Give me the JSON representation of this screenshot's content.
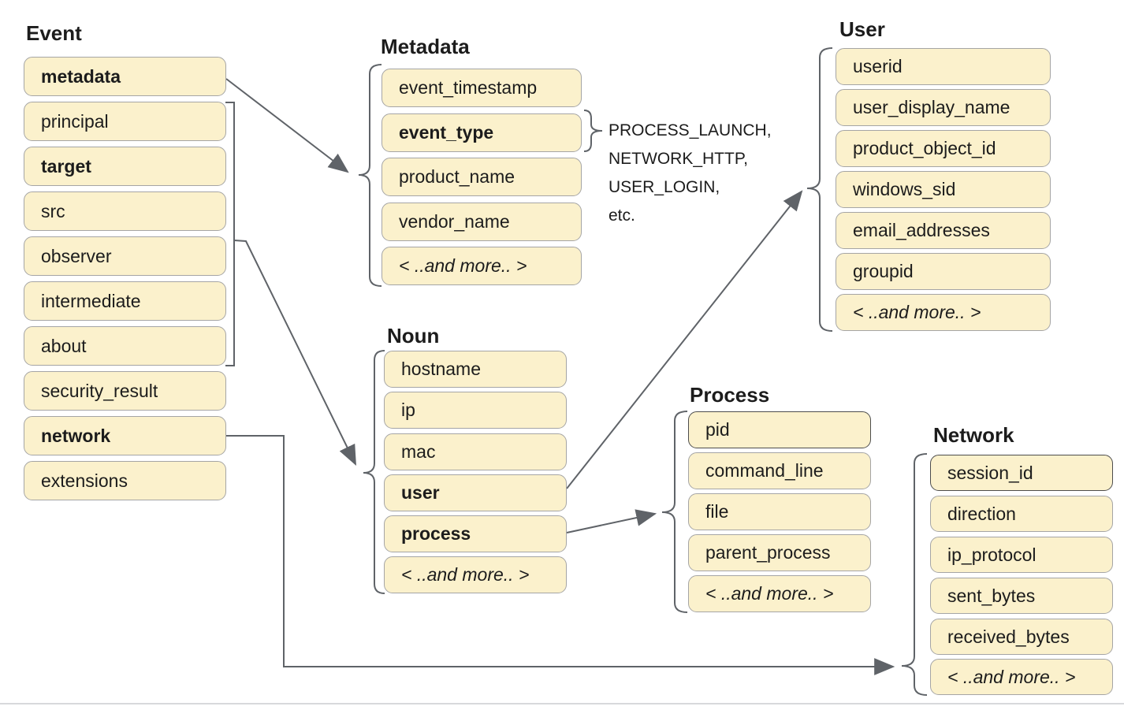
{
  "diagram": {
    "groups": [
      {
        "id": "event",
        "title": "Event",
        "items": [
          {
            "label": "metadata",
            "bold": true
          },
          {
            "label": "principal"
          },
          {
            "label": "target",
            "bold": true
          },
          {
            "label": "src"
          },
          {
            "label": "observer"
          },
          {
            "label": "intermediate"
          },
          {
            "label": "about"
          },
          {
            "label": "security_result"
          },
          {
            "label": "network",
            "bold": true
          },
          {
            "label": "extensions"
          }
        ]
      },
      {
        "id": "metadata",
        "title": "Metadata",
        "items": [
          {
            "label": "event_timestamp"
          },
          {
            "label": "event_type",
            "bold": true
          },
          {
            "label": "product_name"
          },
          {
            "label": "vendor_name"
          },
          {
            "label": "< ..and more.. >",
            "italic": true
          }
        ]
      },
      {
        "id": "noun",
        "title": "Noun",
        "items": [
          {
            "label": "hostname"
          },
          {
            "label": "ip"
          },
          {
            "label": "mac"
          },
          {
            "label": "user",
            "bold": true
          },
          {
            "label": "process",
            "bold": true
          },
          {
            "label": "< ..and more.. >",
            "italic": true
          }
        ]
      },
      {
        "id": "user",
        "title": "User",
        "items": [
          {
            "label": "userid"
          },
          {
            "label": "user_display_name"
          },
          {
            "label": "product_object_id"
          },
          {
            "label": "windows_sid"
          },
          {
            "label": "email_addresses"
          },
          {
            "label": "groupid"
          },
          {
            "label": "< ..and more.. >",
            "italic": true
          }
        ]
      },
      {
        "id": "process",
        "title": "Process",
        "items": [
          {
            "label": "pid",
            "dark_border": true
          },
          {
            "label": "command_line"
          },
          {
            "label": "file"
          },
          {
            "label": "parent_process"
          },
          {
            "label": "< ..and more.. >",
            "italic": true
          }
        ]
      },
      {
        "id": "network",
        "title": "Network",
        "items": [
          {
            "label": "session_id",
            "dark_border": true
          },
          {
            "label": "direction"
          },
          {
            "label": "ip_protocol"
          },
          {
            "label": "sent_bytes"
          },
          {
            "label": "received_bytes"
          },
          {
            "label": "< ..and more.. >",
            "italic": true
          }
        ]
      }
    ],
    "event_type_examples": [
      "PROCESS_LAUNCH,",
      "NETWORK_HTTP,",
      "USER_LOGIN,",
      "etc."
    ]
  },
  "colors": {
    "box_fill": "#FBF1CC",
    "box_border": "#A5A5A5",
    "box_border_dark": "#4D4D4D",
    "connector": "#5F6368",
    "text": "#1C1C1C"
  }
}
